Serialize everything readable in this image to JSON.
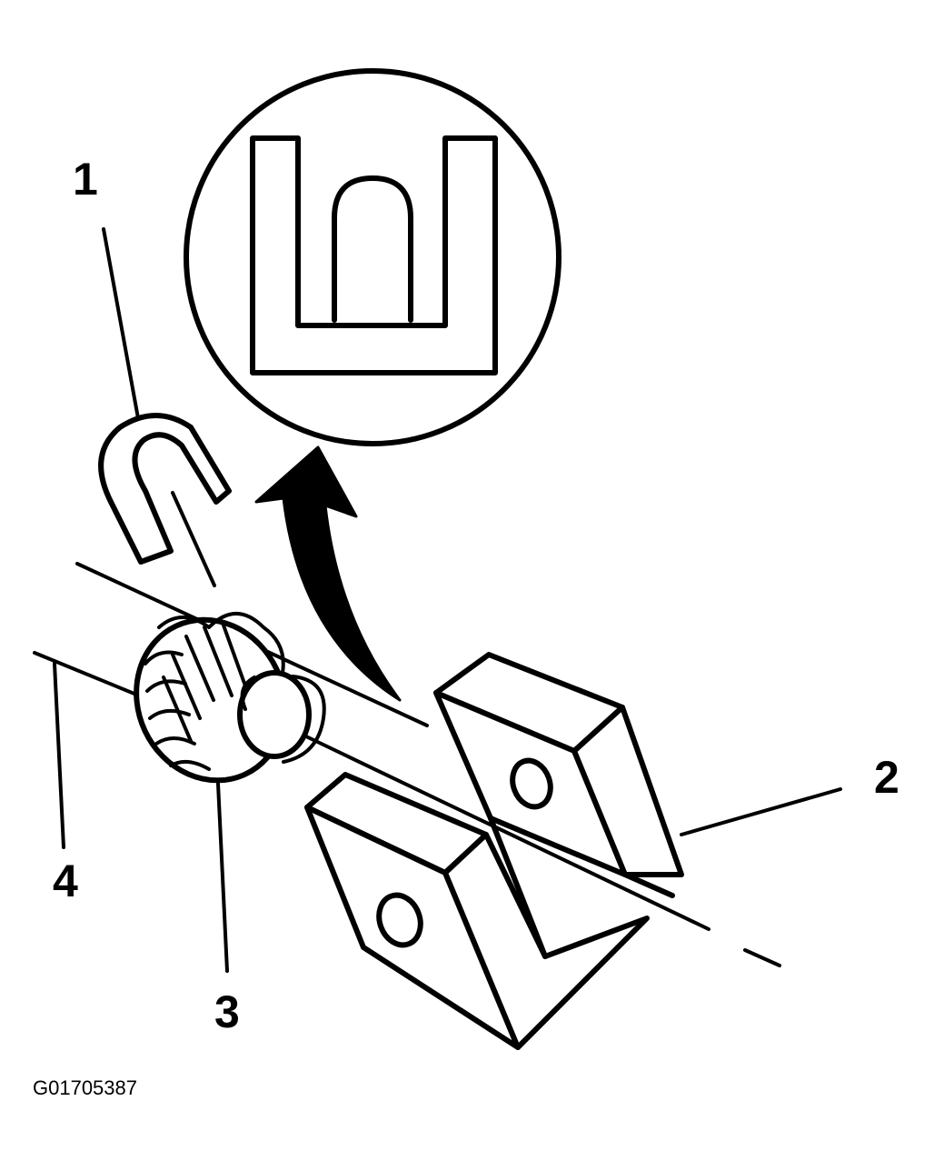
{
  "callouts": {
    "c1": "1",
    "c2": "2",
    "c3": "3",
    "c4": "4"
  },
  "figure_id": "G01705387",
  "colors": {
    "ink": "#000000",
    "paper": "#ffffff"
  }
}
